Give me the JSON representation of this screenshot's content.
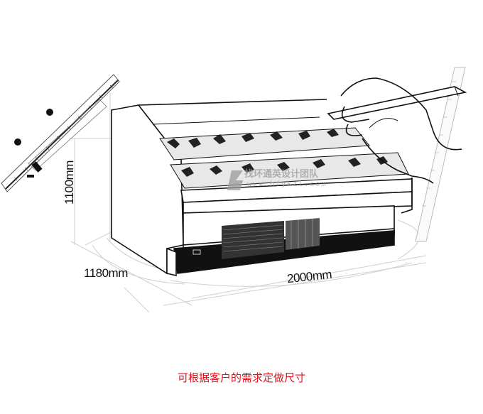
{
  "image": {
    "subject": "refrigerated open display cabinet sketch with dimensions",
    "dimensions": {
      "height": "1100mm",
      "depth": "1180mm",
      "width": "2000mm"
    },
    "caption": "可根据客户的需求定做尺寸",
    "watermark": {
      "text": "找环通英设计团队",
      "url": "www.hfykzl.com"
    },
    "colors": {
      "caption": "#e5101a",
      "line": "#111111",
      "guide": "#c8c8c8",
      "watermark": "#9a9a9a"
    }
  }
}
